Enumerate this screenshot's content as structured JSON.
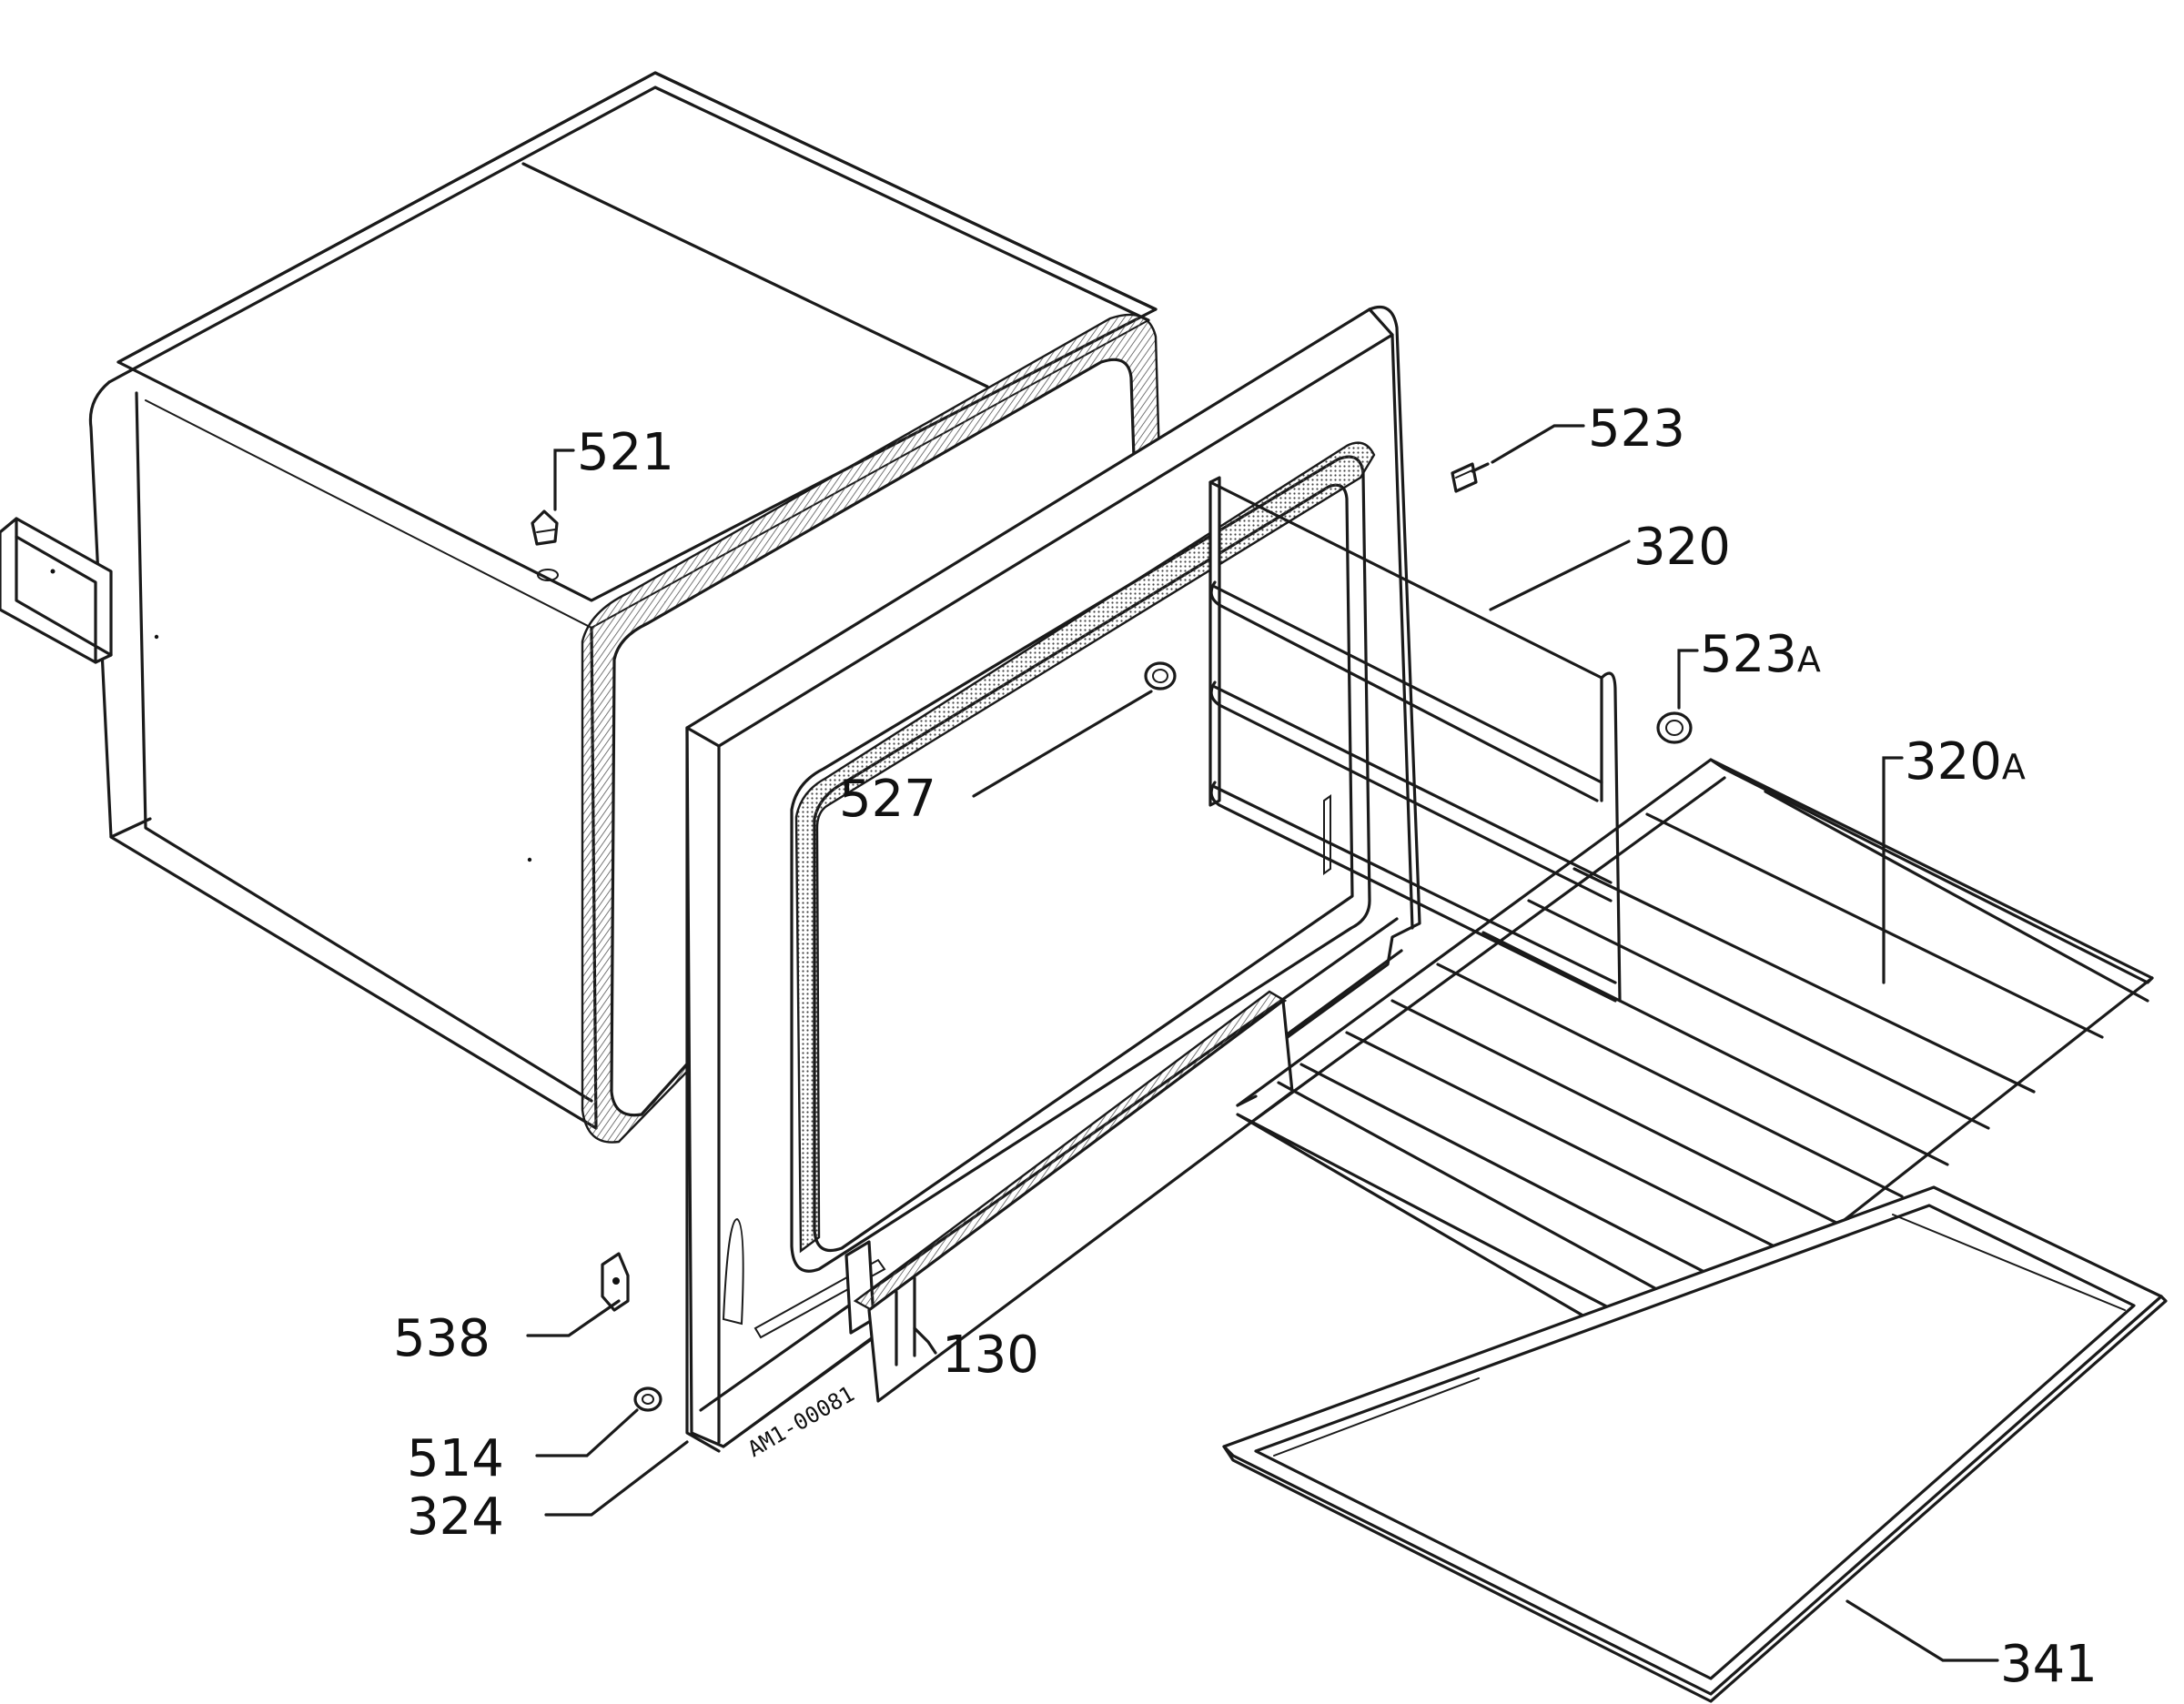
{
  "callouts": {
    "c521": {
      "num": "521",
      "suffix": ""
    },
    "c523": {
      "num": "523",
      "suffix": ""
    },
    "c320": {
      "num": "320",
      "suffix": ""
    },
    "c523a": {
      "num": "523",
      "suffix": "A"
    },
    "c320a": {
      "num": "320",
      "suffix": "A"
    },
    "c527": {
      "num": "527",
      "suffix": ""
    },
    "c538": {
      "num": "538",
      "suffix": ""
    },
    "c130": {
      "num": "130",
      "suffix": ""
    },
    "c514": {
      "num": "514",
      "suffix": ""
    },
    "c324": {
      "num": "324",
      "suffix": ""
    },
    "c341": {
      "num": "341",
      "suffix": ""
    }
  },
  "drawing_code": "AM1-00081"
}
